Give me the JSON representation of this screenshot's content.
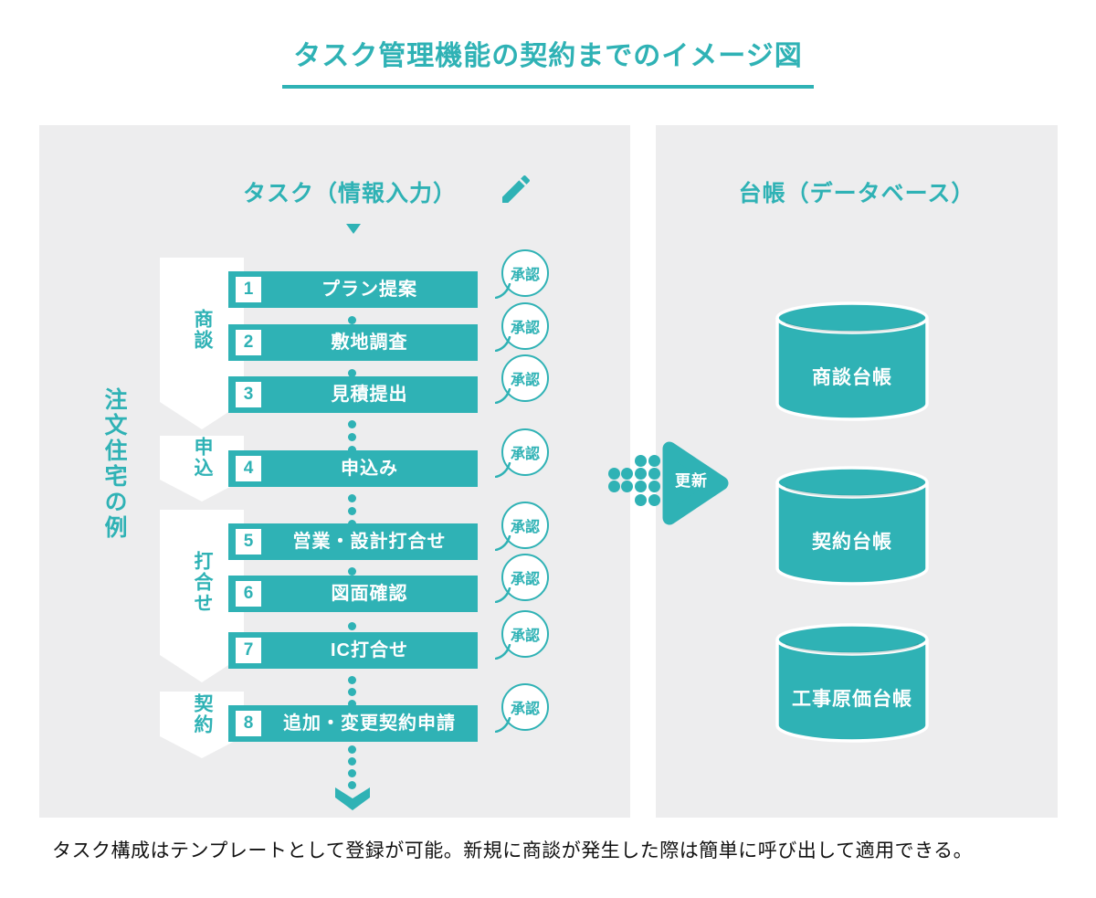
{
  "title": "タスク管理機能の契約までのイメージ図",
  "colors": {
    "teal": "#2fb2b5",
    "panel": "#ededee"
  },
  "task_panel": {
    "title": "タスク（情報入力）",
    "example_label": "注文住宅の例",
    "approval_label": "承認",
    "phases": [
      {
        "label": "商談",
        "tasks": [
          {
            "num": "1",
            "label": "プラン提案"
          },
          {
            "num": "2",
            "label": "敷地調査"
          },
          {
            "num": "3",
            "label": "見積提出"
          }
        ]
      },
      {
        "label": "申込",
        "tasks": [
          {
            "num": "4",
            "label": "申込み"
          }
        ]
      },
      {
        "label": "打合せ",
        "tasks": [
          {
            "num": "5",
            "label": "営業・設計打合せ"
          },
          {
            "num": "6",
            "label": "図面確認"
          },
          {
            "num": "7",
            "label": "IC打合せ"
          }
        ]
      },
      {
        "label": "契約",
        "tasks": [
          {
            "num": "8",
            "label": "追加・変更契約申請"
          }
        ]
      }
    ]
  },
  "connector": {
    "label": "更新"
  },
  "ledger_panel": {
    "title": "台帳（データベース）",
    "ledgers": [
      {
        "label": "商談台帳"
      },
      {
        "label": "契約台帳"
      },
      {
        "label": "工事原価台帳"
      }
    ]
  },
  "caption": "タスク構成はテンプレートとして登録が可能。新規に商談が発生した際は簡単に呼び出して適用できる。"
}
